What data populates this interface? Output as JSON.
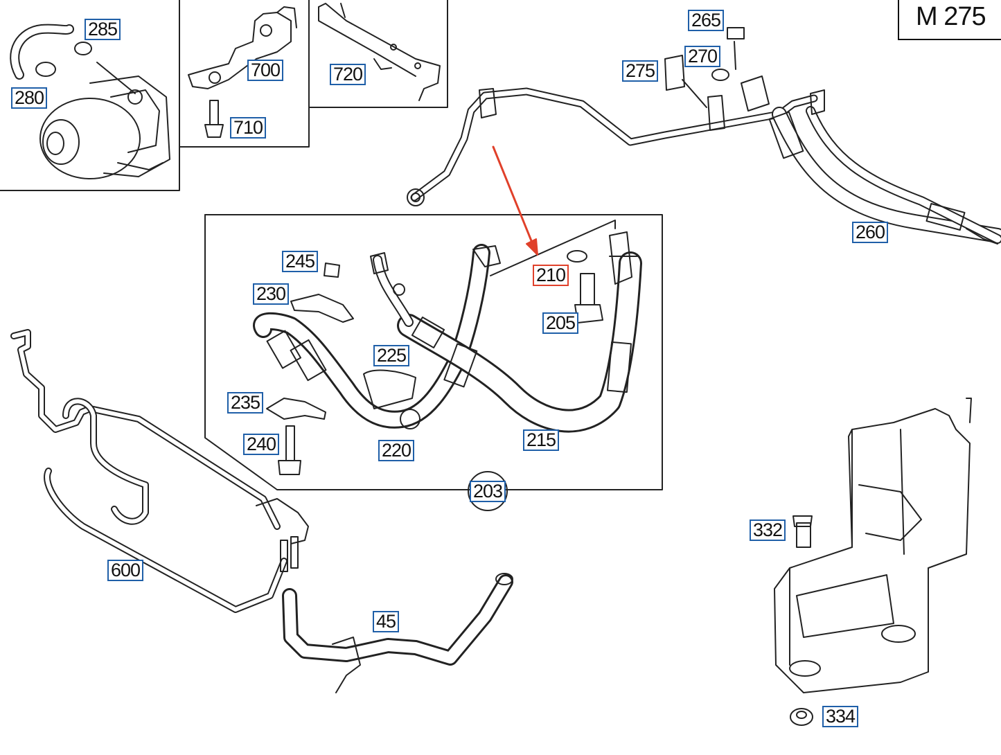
{
  "model_code": "M 275",
  "colors": {
    "callout_border": "#1f5fa8",
    "highlight": "#e0402a",
    "line_art": "#222222"
  },
  "highlighted_part": "210",
  "callouts": [
    {
      "id": "285",
      "label": "285"
    },
    {
      "id": "280",
      "label": "280"
    },
    {
      "id": "700",
      "label": "700"
    },
    {
      "id": "710",
      "label": "710"
    },
    {
      "id": "720",
      "label": "720"
    },
    {
      "id": "265",
      "label": "265"
    },
    {
      "id": "270",
      "label": "270"
    },
    {
      "id": "275",
      "label": "275"
    },
    {
      "id": "260",
      "label": "260"
    },
    {
      "id": "245",
      "label": "245"
    },
    {
      "id": "230",
      "label": "230"
    },
    {
      "id": "210",
      "label": "210"
    },
    {
      "id": "205",
      "label": "205"
    },
    {
      "id": "225",
      "label": "225"
    },
    {
      "id": "235",
      "label": "235"
    },
    {
      "id": "240",
      "label": "240"
    },
    {
      "id": "220",
      "label": "220"
    },
    {
      "id": "215",
      "label": "215"
    },
    {
      "id": "203",
      "label": "203"
    },
    {
      "id": "600",
      "label": "600"
    },
    {
      "id": "45",
      "label": "45"
    },
    {
      "id": "332",
      "label": "332"
    },
    {
      "id": "334",
      "label": "334"
    }
  ]
}
